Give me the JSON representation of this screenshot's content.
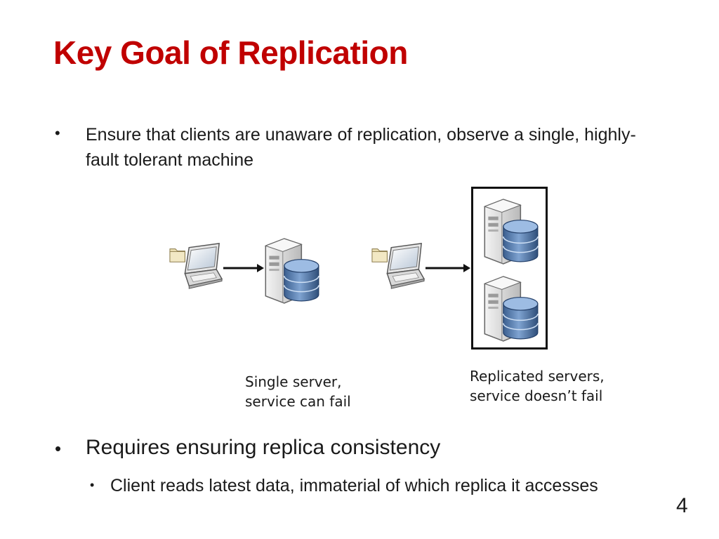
{
  "slide": {
    "title": "Key Goal of Replication",
    "page_number": "4"
  },
  "bullets": [
    {
      "symbol": "•",
      "text": "Ensure that clients are unaware of replication, observe a single, highly-fault tolerant machine"
    },
    {
      "symbol": "•",
      "text": "Requires ensuring replica consistency",
      "sub_bullets": [
        {
          "symbol": "•",
          "text": "Client reads latest data, immaterial of which replica it accesses"
        }
      ]
    }
  ],
  "diagram": {
    "single": {
      "caption_line1": "Single server,",
      "caption_line2": "service can fail"
    },
    "replicated": {
      "caption_line1": "Replicated servers,",
      "caption_line2": "service doesn’t fail"
    },
    "icons": [
      "laptop-icon",
      "folder-icon",
      "server-icon",
      "database-icon",
      "arrow-icon"
    ]
  }
}
